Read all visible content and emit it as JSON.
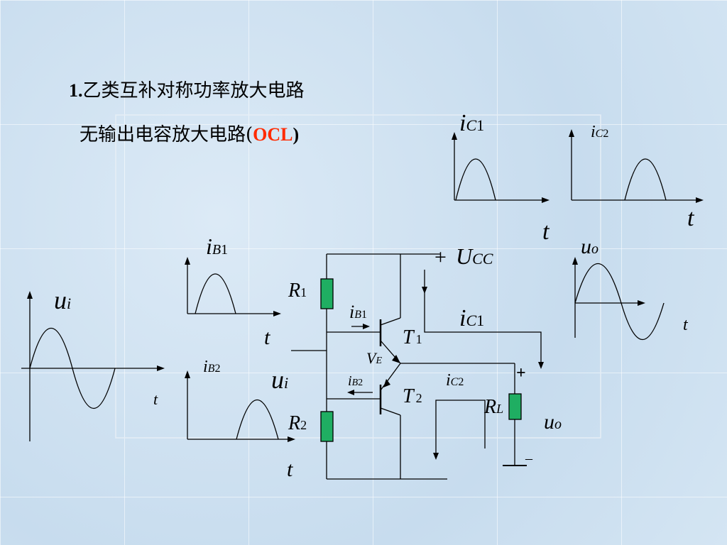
{
  "slide": {
    "title_number": "1.",
    "title_text": "乙类互补对称功率放大电路",
    "subtitle_text": "无输出电容放大电路(",
    "subtitle_abbr": "OCL",
    "subtitle_close": ")"
  },
  "labels": {
    "ui": "u",
    "ui_sub": "i",
    "uo": "u",
    "uo_sub": "o",
    "ib": "i",
    "ib_sub": "B",
    "ic": "i",
    "ic_sub": "C",
    "t": "t",
    "one": "1",
    "two": "2",
    "r": "R",
    "rl": "R",
    "rl_sub": "L",
    "transistor": "T",
    "ve": "V",
    "ve_sub": "E",
    "ucc_sign": "+",
    "ucc": "U",
    "ucc_sub": "CC",
    "plus": "+",
    "minus": "–"
  },
  "colors": {
    "resistor_fill": "#1fae62",
    "accent": "#ff2a00"
  }
}
